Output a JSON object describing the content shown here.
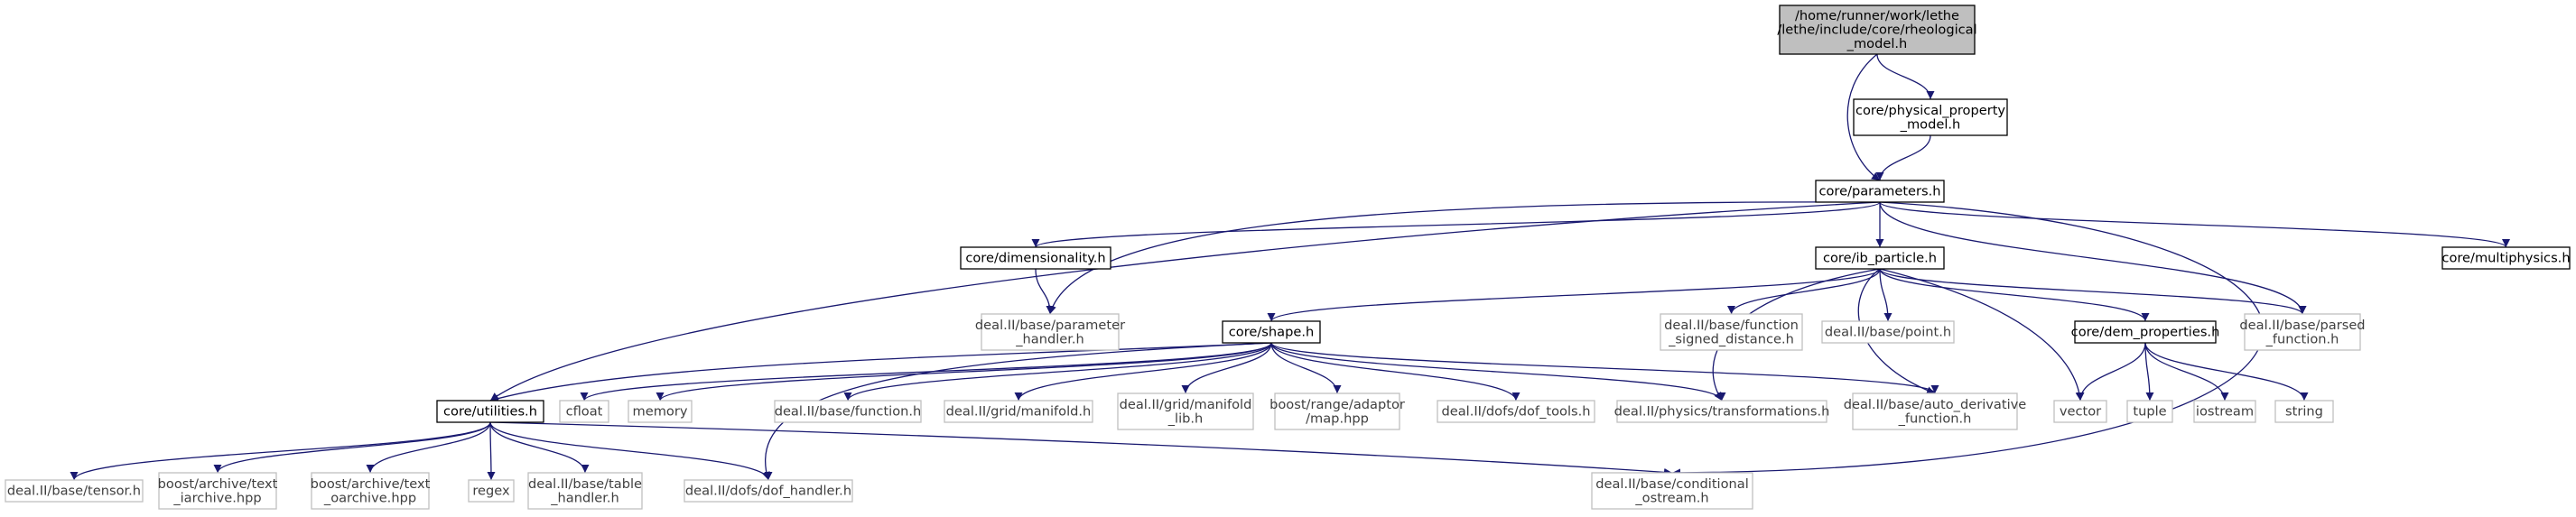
{
  "graph": {
    "colors": {
      "edge": "#191970",
      "root_fill": "#bfbfbf",
      "node_border": "#000000",
      "external_border": "#bfbfbf",
      "background": "#ffffff"
    },
    "nodes": [
      {
        "id": "rheological_model",
        "lines": [
          "/home/runner/work/lethe",
          "/lethe/include/core/rheological",
          "_model.h"
        ],
        "kind": "root"
      },
      {
        "id": "physical_property_model",
        "lines": [
          "core/physical_property",
          "_model.h"
        ],
        "kind": "internal"
      },
      {
        "id": "parameters",
        "lines": [
          "core/parameters.h"
        ],
        "kind": "internal"
      },
      {
        "id": "dimensionality",
        "lines": [
          "core/dimensionality.h"
        ],
        "kind": "internal"
      },
      {
        "id": "ib_particle",
        "lines": [
          "core/ib_particle.h"
        ],
        "kind": "internal"
      },
      {
        "id": "multiphysics",
        "lines": [
          "core/multiphysics.h"
        ],
        "kind": "internal"
      },
      {
        "id": "parameter_handler",
        "lines": [
          "deal.II/base/parameter",
          "_handler.h"
        ],
        "kind": "external"
      },
      {
        "id": "function_signed_distance",
        "lines": [
          "deal.II/base/function",
          "_signed_distance.h"
        ],
        "kind": "external"
      },
      {
        "id": "point",
        "lines": [
          "deal.II/base/point.h"
        ],
        "kind": "external"
      },
      {
        "id": "dem_properties",
        "lines": [
          "core/dem_properties.h"
        ],
        "kind": "internal"
      },
      {
        "id": "parsed_function",
        "lines": [
          "deal.II/base/parsed",
          "_function.h"
        ],
        "kind": "external"
      },
      {
        "id": "shape",
        "lines": [
          "core/shape.h"
        ],
        "kind": "internal"
      },
      {
        "id": "utilities",
        "lines": [
          "core/utilities.h"
        ],
        "kind": "internal"
      },
      {
        "id": "cfloat",
        "lines": [
          "cfloat"
        ],
        "kind": "external"
      },
      {
        "id": "memory",
        "lines": [
          "memory"
        ],
        "kind": "external"
      },
      {
        "id": "function",
        "lines": [
          "deal.II/base/function.h"
        ],
        "kind": "external"
      },
      {
        "id": "manifold",
        "lines": [
          "deal.II/grid/manifold.h"
        ],
        "kind": "external"
      },
      {
        "id": "manifold_lib",
        "lines": [
          "deal.II/grid/manifold",
          "_lib.h"
        ],
        "kind": "external"
      },
      {
        "id": "range_adaptor",
        "lines": [
          "boost/range/adaptor",
          "/map.hpp"
        ],
        "kind": "external"
      },
      {
        "id": "dof_tools",
        "lines": [
          "deal.II/dofs/dof_tools.h"
        ],
        "kind": "external"
      },
      {
        "id": "transformations",
        "lines": [
          "deal.II/physics/transformations.h"
        ],
        "kind": "external"
      },
      {
        "id": "auto_derivative",
        "lines": [
          "deal.II/base/auto_derivative",
          "_function.h"
        ],
        "kind": "external"
      },
      {
        "id": "vector",
        "lines": [
          "vector"
        ],
        "kind": "external"
      },
      {
        "id": "tuple",
        "lines": [
          "tuple"
        ],
        "kind": "external"
      },
      {
        "id": "iostream",
        "lines": [
          "iostream"
        ],
        "kind": "external"
      },
      {
        "id": "string",
        "lines": [
          "string"
        ],
        "kind": "external"
      },
      {
        "id": "tensor",
        "lines": [
          "deal.II/base/tensor.h"
        ],
        "kind": "external"
      },
      {
        "id": "text_iarchive",
        "lines": [
          "boost/archive/text",
          "_iarchive.hpp"
        ],
        "kind": "external"
      },
      {
        "id": "text_oarchive",
        "lines": [
          "boost/archive/text",
          "_oarchive.hpp"
        ],
        "kind": "external"
      },
      {
        "id": "regex",
        "lines": [
          "regex"
        ],
        "kind": "external"
      },
      {
        "id": "table_handler",
        "lines": [
          "deal.II/base/table",
          "_handler.h"
        ],
        "kind": "external"
      },
      {
        "id": "dof_handler",
        "lines": [
          "deal.II/dofs/dof_handler.h"
        ],
        "kind": "external"
      },
      {
        "id": "conditional_ostream",
        "lines": [
          "deal.II/base/conditional",
          "_ostream.h"
        ],
        "kind": "external"
      }
    ],
    "edges": [
      [
        "rheological_model",
        "physical_property_model"
      ],
      [
        "rheological_model",
        "parameters"
      ],
      [
        "physical_property_model",
        "parameters"
      ],
      [
        "parameters",
        "dimensionality"
      ],
      [
        "parameters",
        "parameter_handler"
      ],
      [
        "parameters",
        "utilities"
      ],
      [
        "parameters",
        "ib_particle"
      ],
      [
        "parameters",
        "parsed_function"
      ],
      [
        "parameters",
        "conditional_ostream"
      ],
      [
        "parameters",
        "multiphysics"
      ],
      [
        "dimensionality",
        "parameter_handler"
      ],
      [
        "ib_particle",
        "shape"
      ],
      [
        "ib_particle",
        "function_signed_distance"
      ],
      [
        "ib_particle",
        "point"
      ],
      [
        "ib_particle",
        "transformations"
      ],
      [
        "ib_particle",
        "auto_derivative"
      ],
      [
        "ib_particle",
        "vector"
      ],
      [
        "ib_particle",
        "dem_properties"
      ],
      [
        "ib_particle",
        "parsed_function"
      ],
      [
        "dem_properties",
        "vector"
      ],
      [
        "dem_properties",
        "tuple"
      ],
      [
        "dem_properties",
        "iostream"
      ],
      [
        "dem_properties",
        "string"
      ],
      [
        "shape",
        "utilities"
      ],
      [
        "shape",
        "cfloat"
      ],
      [
        "shape",
        "memory"
      ],
      [
        "shape",
        "function"
      ],
      [
        "shape",
        "manifold"
      ],
      [
        "shape",
        "manifold_lib"
      ],
      [
        "shape",
        "range_adaptor"
      ],
      [
        "shape",
        "dof_tools"
      ],
      [
        "shape",
        "transformations"
      ],
      [
        "shape",
        "auto_derivative"
      ],
      [
        "shape",
        "dof_handler"
      ],
      [
        "utilities",
        "tensor"
      ],
      [
        "utilities",
        "text_iarchive"
      ],
      [
        "utilities",
        "text_oarchive"
      ],
      [
        "utilities",
        "regex"
      ],
      [
        "utilities",
        "table_handler"
      ],
      [
        "utilities",
        "dof_handler"
      ],
      [
        "utilities",
        "conditional_ostream"
      ]
    ]
  }
}
